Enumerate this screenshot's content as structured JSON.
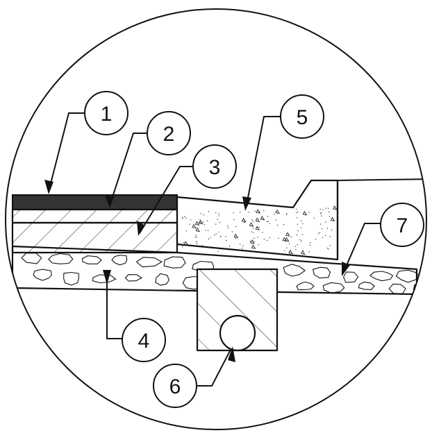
{
  "diagram": {
    "callouts": [
      {
        "id": "1",
        "label": "1"
      },
      {
        "id": "2",
        "label": "2"
      },
      {
        "id": "3",
        "label": "3"
      },
      {
        "id": "4",
        "label": "4"
      },
      {
        "id": "5",
        "label": "5"
      },
      {
        "id": "6",
        "label": "6"
      },
      {
        "id": "7",
        "label": "7"
      }
    ]
  },
  "colors": {
    "line": "#111111",
    "dark_layer": "#333333",
    "background": "#ffffff"
  }
}
